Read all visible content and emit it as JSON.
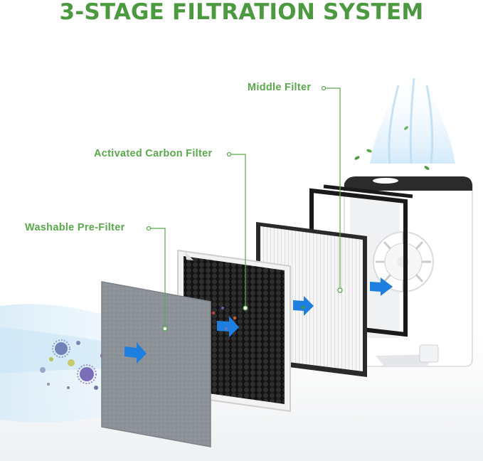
{
  "title": "3-STAGE FILTRATION SYSTEM",
  "labels": {
    "middle": "Middle Filter",
    "carbon": "Activated Carbon Filter",
    "prefilter": "Washable Pre-Filter"
  },
  "colors": {
    "brand_green": "#4c9a3f",
    "leader_green": "#5aa84c",
    "airflow_blue": "#1f7fe0",
    "air_mist": "#c9e6f7",
    "prefilter_gray": "#8c9197",
    "carbon_black": "#1c1c1c",
    "hepa_white": "#f4f4f4",
    "housing_white": "#ffffff",
    "housing_dark_top": "#2b2b2b"
  },
  "icons": [
    "airflow-arrow-icon",
    "leaf-icon",
    "pollen-particle-icon",
    "fan-icon"
  ]
}
